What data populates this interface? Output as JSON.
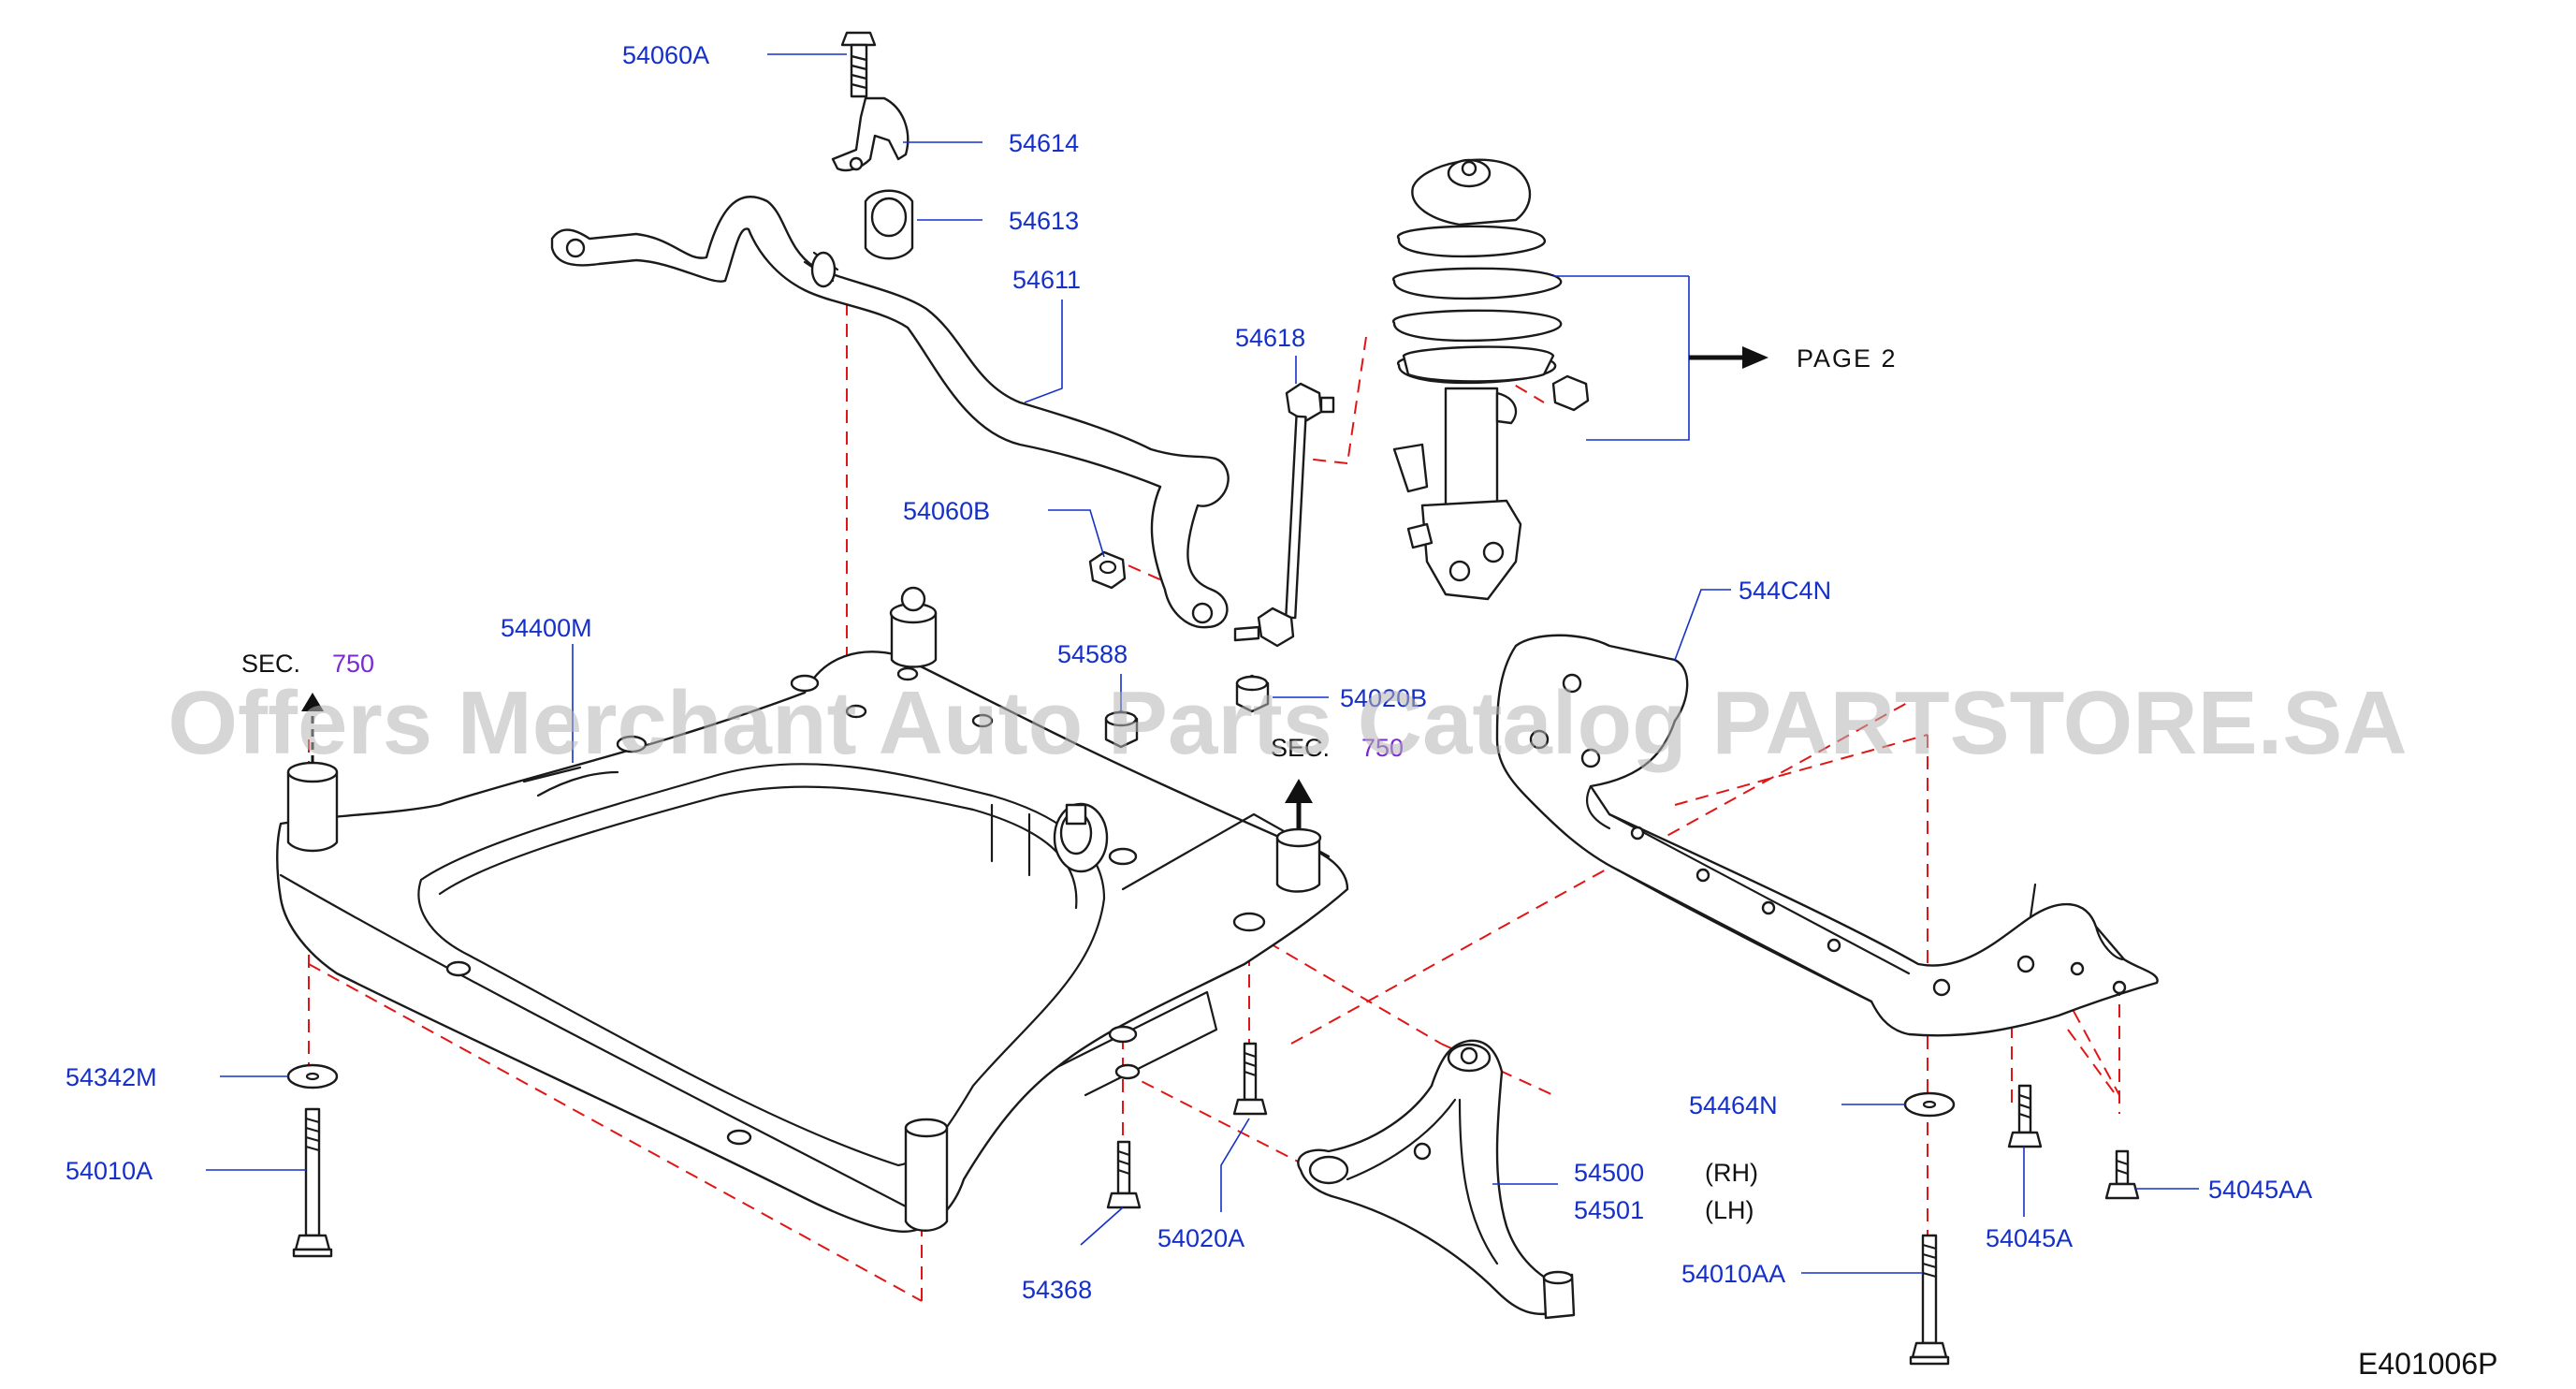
{
  "page": {
    "watermark": "Offers Merchant Auto Parts Catalog PARTSTORE.SA",
    "diagram_code": "E401006P"
  },
  "parts": {
    "p54060A": "54060A",
    "p54614": "54614",
    "p54613": "54613",
    "p54611": "54611",
    "p54618": "54618",
    "p54060B": "54060B",
    "p54588": "54588",
    "p54020B": "54020B",
    "p54400M": "54400M",
    "p544C4N": "544C4N",
    "p54342M": "54342M",
    "p54010A": "54010A",
    "p54368": "54368",
    "p54020A": "54020A",
    "p54500": "54500",
    "p54501": "54501",
    "p54464N": "54464N",
    "p54010AA": "54010AA",
    "p54045A": "54045A",
    "p54045AA": "54045AA"
  },
  "side_labels": {
    "rh": "(RH)",
    "lh": "(LH)"
  },
  "sections": {
    "sec_left_text": "SEC.",
    "sec_left_num": "750",
    "sec_right_text": "SEC.",
    "sec_right_num": "750"
  },
  "page_ref": {
    "text": "PAGE 2"
  },
  "colors": {
    "part_number": "#1530c8",
    "section_number": "#7a2ad0",
    "dashed_guides": "#e01515",
    "watermark": "#b4b4b4"
  }
}
